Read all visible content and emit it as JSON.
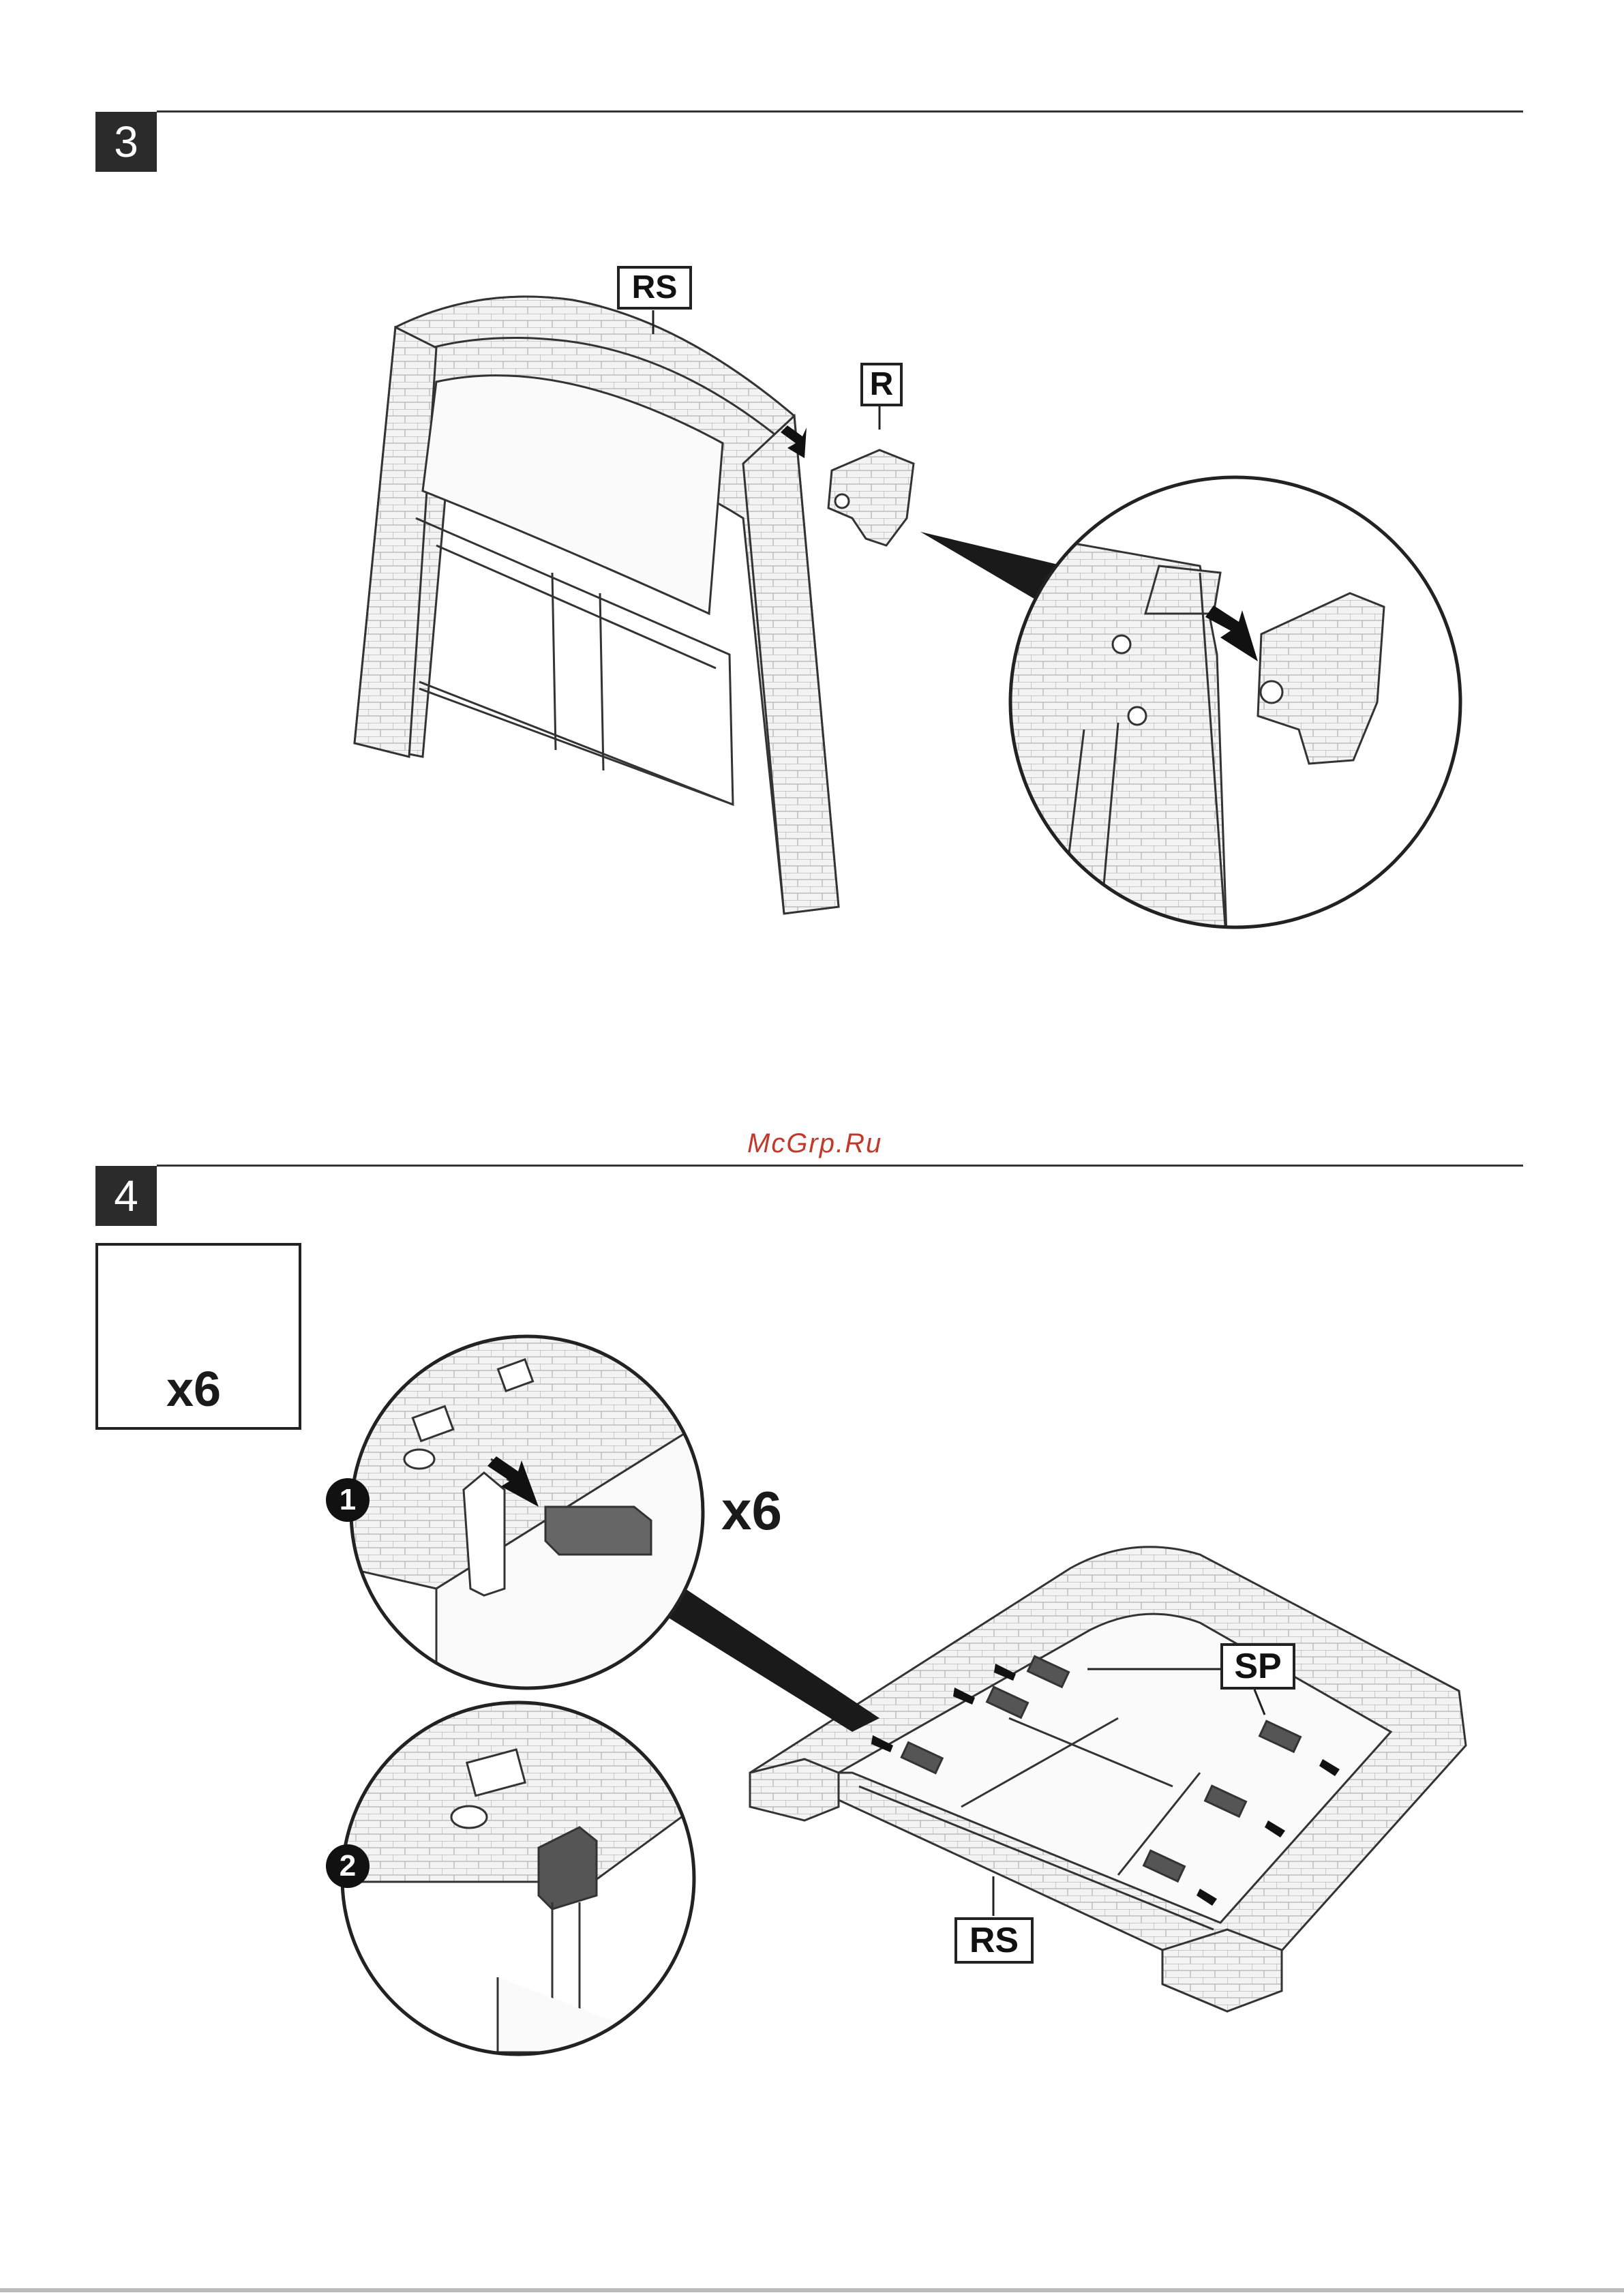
{
  "watermark": "McGrp.Ru",
  "step3": {
    "number": "3",
    "label_rs": "RS",
    "label_r": "R"
  },
  "step4": {
    "number": "4",
    "parts_qty": "x6",
    "callout_qty": "x6",
    "label_sp": "SP",
    "label_rs": "RS",
    "detail_1": "1",
    "detail_2": "2"
  }
}
